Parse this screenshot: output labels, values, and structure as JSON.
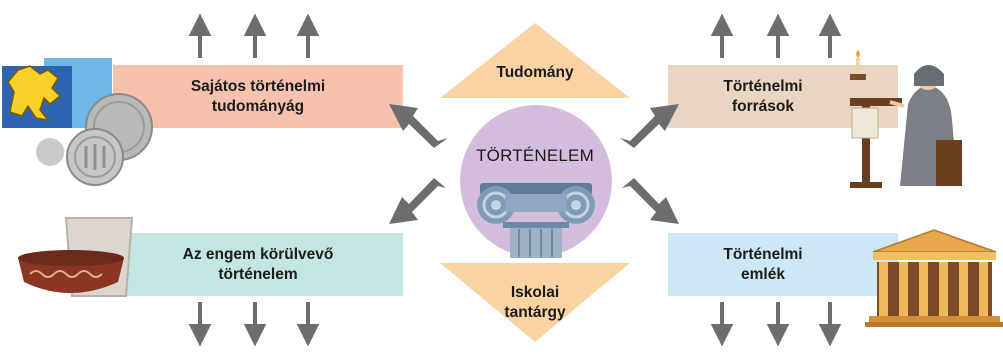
{
  "center": {
    "title": "TÖRTÉNELEM"
  },
  "triangles": {
    "top": {
      "label": "Tudomány"
    },
    "bottom": {
      "line1": "Iskolai",
      "line2": "tantárgy"
    }
  },
  "boxes": {
    "top_left": {
      "line1": "Sajátos történelmi",
      "line2": "tudományág"
    },
    "top_right": {
      "line1": "Történelmi",
      "line2": "források"
    },
    "bottom_left": {
      "line1": "Az engem körülvevő",
      "line2": "történelem"
    },
    "bottom_right": {
      "line1": "Történelmi",
      "line2": "emlék"
    }
  },
  "colors": {
    "box_top_left": "#f6c1ae",
    "box_top_right": "#e9d5c2",
    "box_bottom_left": "#c4e6e3",
    "box_bottom_right": "#cde7f4",
    "triangle": "#fad3a4",
    "circle": "#d3bcdd",
    "arrow": "#6d6d6d"
  },
  "icons": {
    "top_left": "lion-coat-of-arms-and-coins-icon",
    "top_right": "monk-scribe-writing-icon",
    "bottom_left": "ancient-pottery-icon",
    "bottom_right": "greek-temple-icon",
    "center": "ionic-column-capital-icon"
  }
}
